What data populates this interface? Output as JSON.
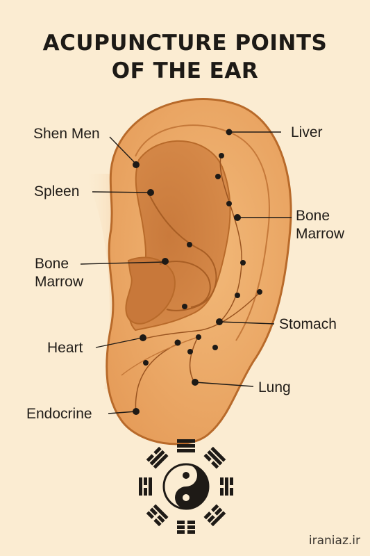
{
  "title": {
    "line1": "ACUPUNCTURE POINTS",
    "line2": "OF THE EAR"
  },
  "labels": {
    "shen_men": "Shen Men",
    "spleen": "Spleen",
    "bone_marrow_left_1": "Bone",
    "bone_marrow_left_2": "Marrow",
    "heart": "Heart",
    "endocrine": "Endocrine",
    "liver": "Liver",
    "bone_marrow_right_1": "Bone",
    "bone_marrow_right_2": "Marrow",
    "stomach": "Stomach",
    "lung": "Lung"
  },
  "watermark": "iraniaz.ir",
  "colors": {
    "background": "#fbecd2",
    "ear_fill": "#e9a565",
    "ear_outline": "#b86a2a",
    "point": "#1e1a16"
  },
  "symbol": "yin-yang-with-trigrams"
}
